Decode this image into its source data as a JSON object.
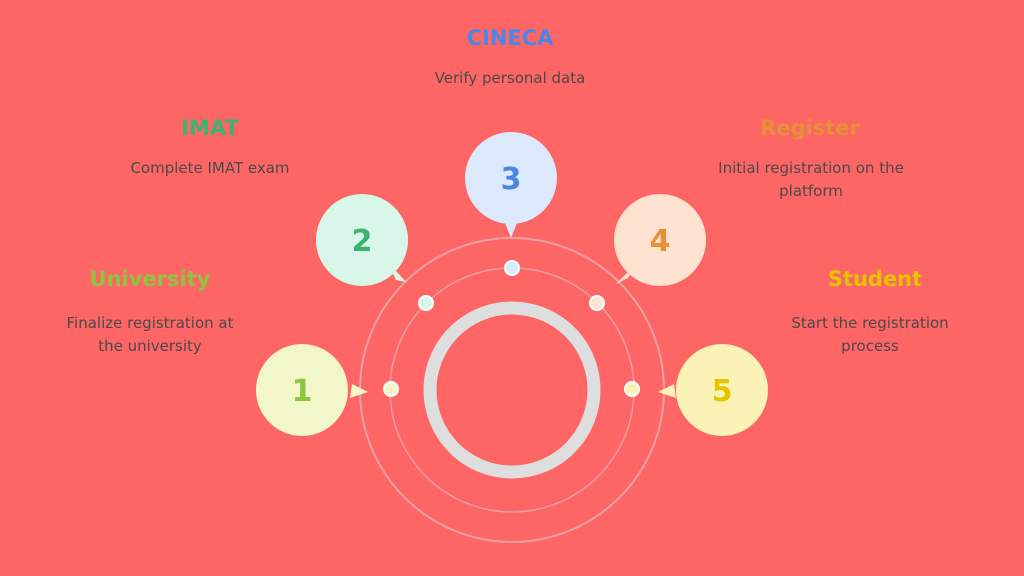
{
  "background": "#fe6666",
  "steps": [
    {
      "number": "1",
      "title": "University",
      "description": "Finalize registration at the university",
      "color": "#8cc63f",
      "bubble_fill": "#f1f7c9"
    },
    {
      "number": "2",
      "title": "IMAT",
      "description": "Complete IMAT exam",
      "color": "#3cb371",
      "bubble_fill": "#d9f7e9"
    },
    {
      "number": "3",
      "title": "CINECA",
      "description": "Verify personal data",
      "color": "#4a86e8",
      "bubble_fill": "#dce8fb"
    },
    {
      "number": "4",
      "title": "Register",
      "description": "Initial registration on the platform",
      "color": "#e69138",
      "bubble_fill": "#fde3cf"
    },
    {
      "number": "5",
      "title": "Student",
      "description": "Start the registration process",
      "color": "#e6c200",
      "bubble_fill": "#fbf3b6"
    }
  ],
  "ring_color": "#dedede",
  "orbit_color": "#e8a0a0"
}
